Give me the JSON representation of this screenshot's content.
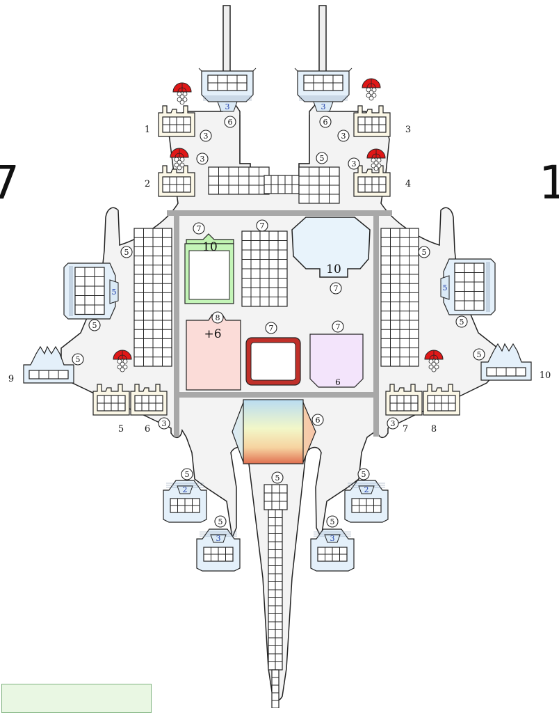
{
  "edge_labels": {
    "left": "7",
    "right": "1"
  },
  "footer_box_text": "",
  "bridges": [
    {
      "id": "1",
      "crew": "3"
    },
    {
      "id": "2",
      "crew": "3"
    },
    {
      "id": "3",
      "crew": "3"
    },
    {
      "id": "4",
      "crew": "3"
    },
    {
      "id": "5",
      "crew": ""
    },
    {
      "id": "6",
      "crew": "3"
    },
    {
      "id": "7",
      "crew": "3"
    },
    {
      "id": "8",
      "crew": ""
    },
    {
      "id": "9",
      "crew": "5"
    },
    {
      "id": "10",
      "crew": "5"
    }
  ],
  "turrets": {
    "top_left": {
      "cost": "3",
      "crew": "6"
    },
    "top_right": {
      "cost": "3",
      "crew": "6"
    },
    "side_left": {
      "cost": "5",
      "crew": "5"
    },
    "side_right": {
      "cost": "5",
      "crew": "5"
    },
    "low_left_1": {
      "cost": "2",
      "crew": "5"
    },
    "low_left_2": {
      "cost": "3",
      "crew": "5"
    },
    "low_right_1": {
      "cost": "2",
      "crew": "5"
    },
    "low_right_2": {
      "cost": "3",
      "crew": "5"
    }
  },
  "core": {
    "green_label": "10",
    "green_crew": "7",
    "middle_crew": "7",
    "blue_label": "10",
    "blue_crew": "7",
    "pink_label": "+6",
    "pink_crew": "8",
    "red_crew": "7",
    "purple_label": "6",
    "purple_crew": "7",
    "prism_crew": "6"
  },
  "misc_crew": {
    "upper_mid": "5",
    "left_block": "5",
    "right_block": "5",
    "spine": "5"
  },
  "colors": {
    "hull": "#f3f3f3",
    "outline": "#222222",
    "bar": "#a8a8a8",
    "cream": "#fbf7e6",
    "ice": "#e4f0fa",
    "green": "#c4f5b8",
    "green_head": "#bff2b0",
    "pink": "#fbdcd8",
    "red": "#c0302a",
    "purple": "#f3e4fb",
    "radar": "#e01818",
    "blue_text": "#1a3aa8"
  }
}
